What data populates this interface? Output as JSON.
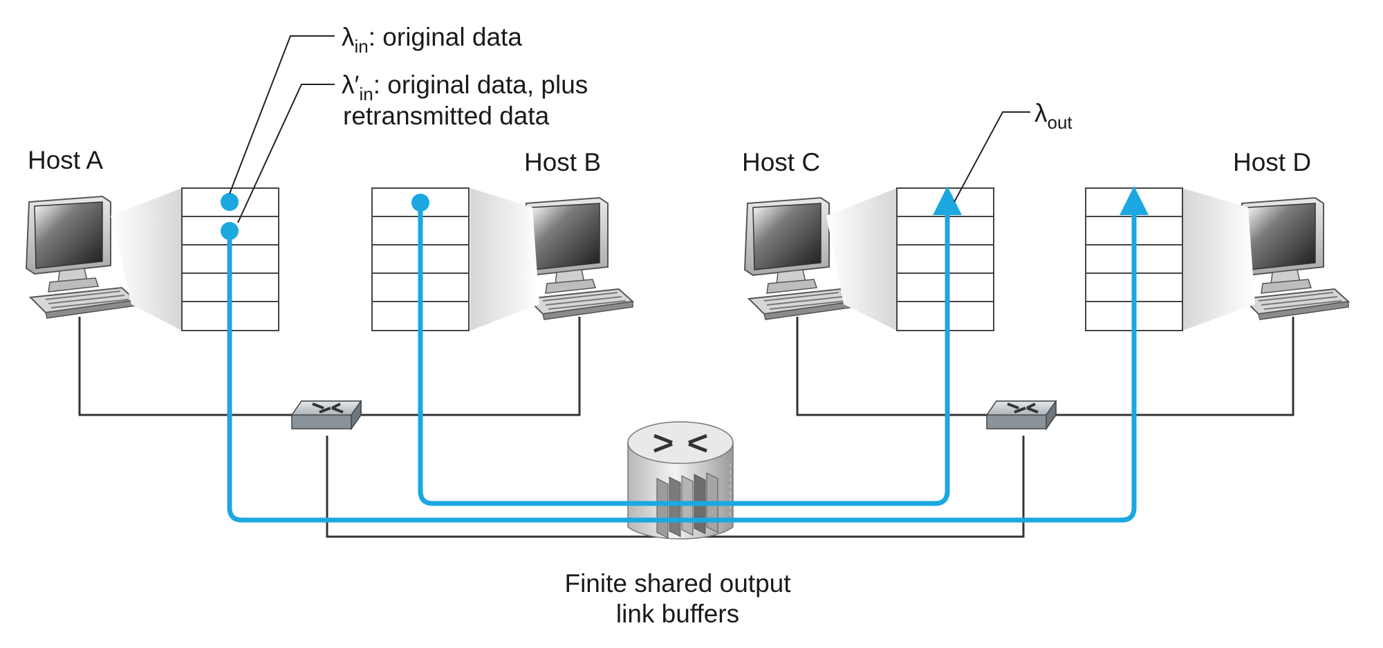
{
  "hosts": [
    {
      "label": "Host A"
    },
    {
      "label": "Host B"
    },
    {
      "label": "Host C"
    },
    {
      "label": "Host D"
    }
  ],
  "annotations": {
    "lambda_in": {
      "symbol": "λ",
      "subscript": "in",
      "text": ": original data"
    },
    "lambda_in_prime": {
      "symbol": "λ′",
      "subscript": "in",
      "text_line1": ": original data, plus",
      "text_line2": "retransmitted data"
    },
    "lambda_out": {
      "symbol": "λ",
      "subscript": "out"
    }
  },
  "router_caption": {
    "line1": "Finite shared output",
    "line2": "link buffers"
  },
  "colors": {
    "flow": "#1ba8e0",
    "wire": "#333333",
    "buffer_stroke": "#444444"
  },
  "icons": {
    "host": "desktop-computer-icon",
    "switch": "switch-icon",
    "router": "router-icon"
  }
}
